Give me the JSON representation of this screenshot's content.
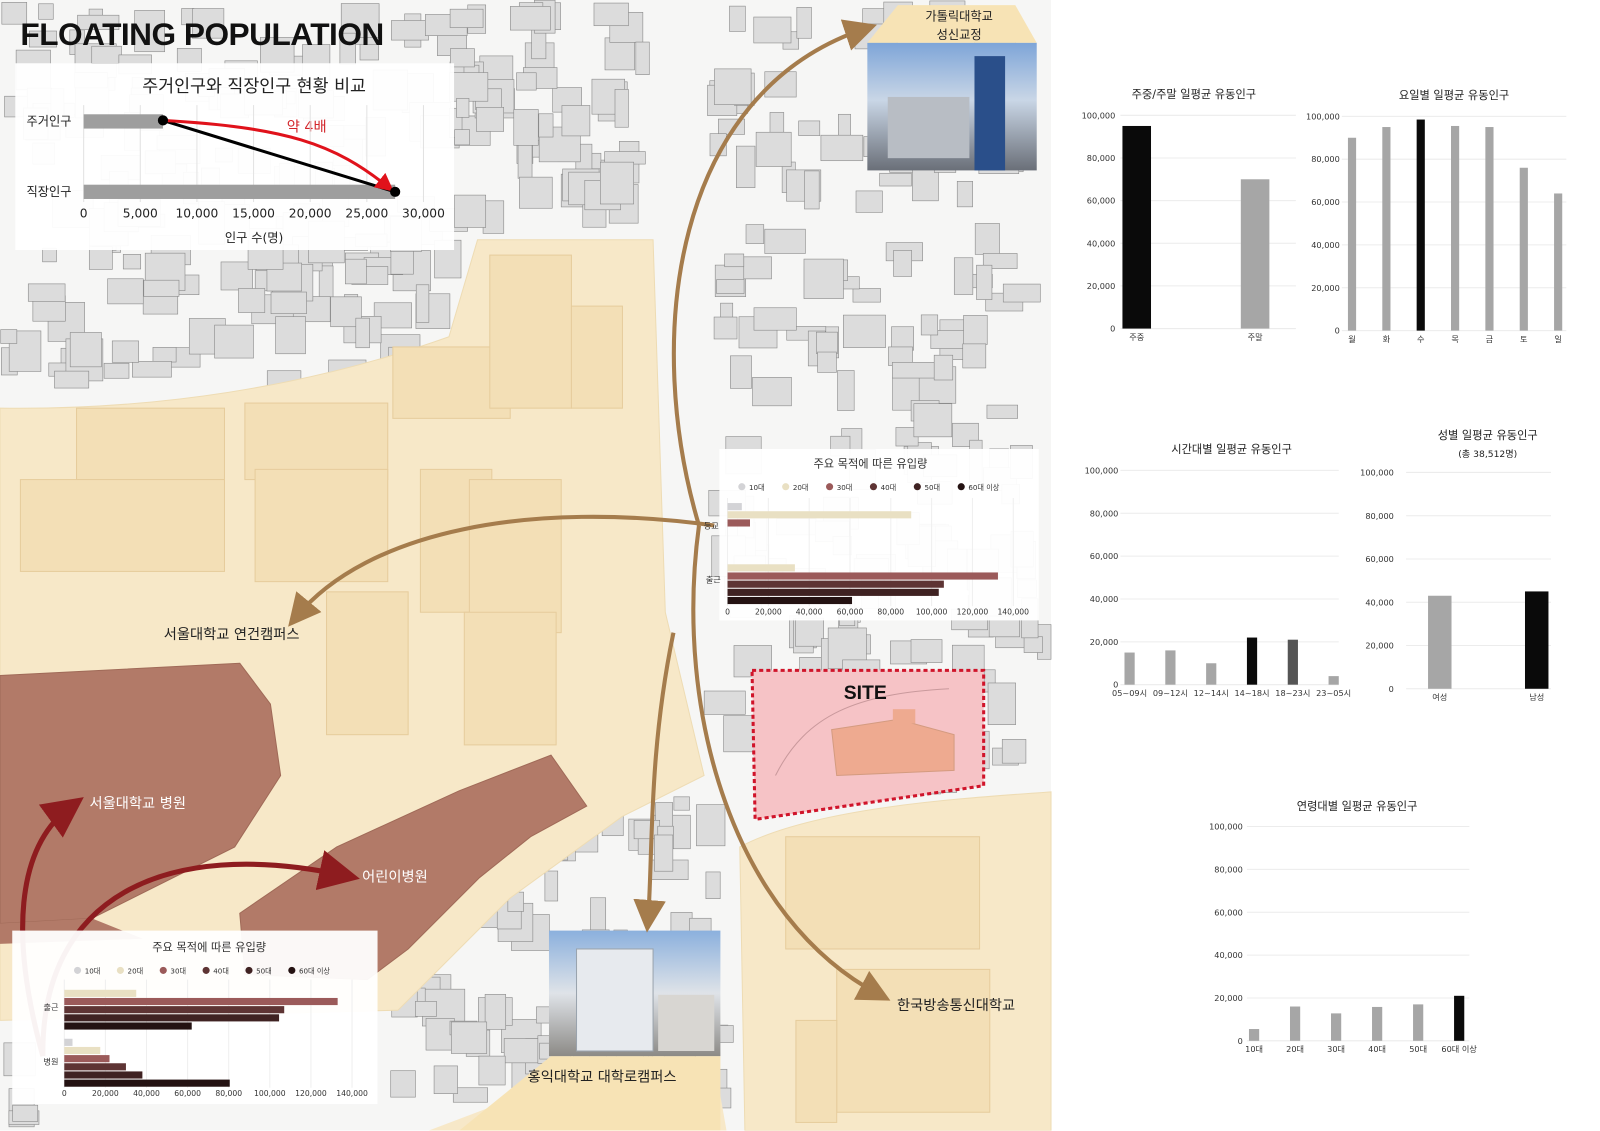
{
  "title": "FLOATING POPULATION",
  "places": {
    "catholic": "가톨릭대학교",
    "catholic_sub": "성신교정",
    "snu_campus": "서울대학교 연건캠퍼스",
    "snu_hospital": "서울대학교 병원",
    "children_hospital": "어린이병원",
    "knou": "한국방송통신대학교",
    "hongik": "홍익대학교 대학로캠퍼스",
    "site": "SITE"
  },
  "colors": {
    "accent_brown": "#a57c4c",
    "accent_red": "#8e1c1f",
    "site_fill": "#f6c3c6",
    "site_border": "#d0142a",
    "campus": "#f7e8c8",
    "hospital": "#b27a68"
  },
  "chart_data": [
    {
      "id": "residential_vs_work",
      "type": "bar",
      "orientation": "horizontal",
      "title": "주거인구와 직장인구 현황 비교",
      "categories": [
        "주거인구",
        "직장인구"
      ],
      "values": [
        7000,
        27500
      ],
      "xlabel": "인구 수(명)",
      "xlim": [
        0,
        30000
      ],
      "xticks": [
        0,
        5000,
        10000,
        15000,
        20000,
        25000,
        30000
      ],
      "annotation": "약 4배",
      "grid": true
    },
    {
      "id": "inflow_right",
      "type": "bar",
      "orientation": "horizontal",
      "title": "주요 목적에 따른 유입량",
      "categories": [
        "등교",
        "출근"
      ],
      "legend": [
        "10대",
        "20대",
        "30대",
        "40대",
        "50대",
        "60대 이상"
      ],
      "legend_colors": [
        "#d3d3d6",
        "#e9e0c3",
        "#9b5a5a",
        "#5e3434",
        "#3f2222",
        "#241212"
      ],
      "series": [
        {
          "name": "10대",
          "values": [
            7000,
            0
          ]
        },
        {
          "name": "20대",
          "values": [
            90000,
            33000
          ]
        },
        {
          "name": "30대",
          "values": [
            11000,
            132500
          ]
        },
        {
          "name": "40대",
          "values": [
            0,
            106000
          ]
        },
        {
          "name": "50대",
          "values": [
            0,
            103500
          ]
        },
        {
          "name": "60대 이상",
          "values": [
            0,
            61000
          ]
        }
      ],
      "xlim": [
        0,
        140000
      ],
      "xticks": [
        0,
        20000,
        40000,
        60000,
        80000,
        100000,
        120000,
        140000
      ],
      "legend_position": "top"
    },
    {
      "id": "inflow_left",
      "type": "bar",
      "orientation": "horizontal",
      "title": "주요 목적에 따른 유입량",
      "categories": [
        "출근",
        "병원"
      ],
      "legend": [
        "10대",
        "20대",
        "30대",
        "40대",
        "50대",
        "60대 이상"
      ],
      "legend_colors": [
        "#d3d3d6",
        "#e9e0c3",
        "#9b5a5a",
        "#5e3434",
        "#3f2222",
        "#241212"
      ],
      "series": [
        {
          "name": "10대",
          "values": [
            0,
            4000
          ]
        },
        {
          "name": "20대",
          "values": [
            35000,
            17500
          ]
        },
        {
          "name": "30대",
          "values": [
            133000,
            22000
          ]
        },
        {
          "name": "40대",
          "values": [
            107000,
            30000
          ]
        },
        {
          "name": "50대",
          "values": [
            104500,
            38000
          ]
        },
        {
          "name": "60대 이상",
          "values": [
            62000,
            80500
          ]
        }
      ],
      "xlim": [
        0,
        140000
      ],
      "xticks": [
        0,
        20000,
        40000,
        60000,
        80000,
        100000,
        120000,
        140000
      ],
      "legend_position": "top"
    },
    {
      "id": "weekday_weekend",
      "type": "bar",
      "title": "주중/주말 일평균 유동인구",
      "categories": [
        "주중",
        "주말"
      ],
      "values": [
        95000,
        70000
      ],
      "colors": [
        "#0a0a0a",
        "#a6a6a6"
      ],
      "ylim": [
        0,
        100000
      ],
      "yticks": [
        0,
        20000,
        40000,
        60000,
        80000,
        100000
      ],
      "grid": true
    },
    {
      "id": "by_day",
      "type": "bar",
      "title": "요일별 일평균 유동인구",
      "categories": [
        "월",
        "화",
        "수",
        "목",
        "금",
        "토",
        "일"
      ],
      "values": [
        90000,
        95000,
        98500,
        95500,
        95000,
        76000,
        64000
      ],
      "colors": [
        "#a6a6a6",
        "#a6a6a6",
        "#0a0a0a",
        "#a6a6a6",
        "#a6a6a6",
        "#a6a6a6",
        "#a6a6a6"
      ],
      "ylim": [
        0,
        100000
      ],
      "yticks": [
        0,
        20000,
        40000,
        60000,
        80000,
        100000
      ],
      "grid": true
    },
    {
      "id": "by_time",
      "type": "bar",
      "title": "시간대별 일평균 유동인구",
      "categories": [
        "05~09시",
        "09~12시",
        "12~14시",
        "14~18시",
        "18~23시",
        "23~05시"
      ],
      "values": [
        15000,
        16000,
        10000,
        22000,
        21000,
        4000
      ],
      "colors": [
        "#a6a6a6",
        "#a6a6a6",
        "#a6a6a6",
        "#0a0a0a",
        "#555555",
        "#a6a6a6"
      ],
      "ylim": [
        0,
        100000
      ],
      "yticks": [
        0,
        20000,
        40000,
        60000,
        80000,
        100000
      ],
      "grid": true
    },
    {
      "id": "by_gender",
      "type": "bar",
      "title": "성별 일평균 유동인구",
      "subtitle": "(총 38,512명)",
      "categories": [
        "여성",
        "남성"
      ],
      "values": [
        43000,
        45000
      ],
      "colors": [
        "#a6a6a6",
        "#0a0a0a"
      ],
      "ylim": [
        0,
        100000
      ],
      "yticks": [
        0,
        20000,
        40000,
        60000,
        80000,
        100000
      ],
      "grid": true
    },
    {
      "id": "by_age",
      "type": "bar",
      "title": "연령대별 일평균 유동인구",
      "categories": [
        "10대",
        "20대",
        "30대",
        "40대",
        "50대",
        "60대 이상"
      ],
      "values": [
        5500,
        16000,
        12800,
        15800,
        17000,
        21000
      ],
      "colors": [
        "#a6a6a6",
        "#a6a6a6",
        "#a6a6a6",
        "#a6a6a6",
        "#a6a6a6",
        "#0a0a0a"
      ],
      "ylim": [
        0,
        100000
      ],
      "yticks": [
        0,
        20000,
        40000,
        60000,
        80000,
        100000
      ],
      "grid": true
    }
  ]
}
